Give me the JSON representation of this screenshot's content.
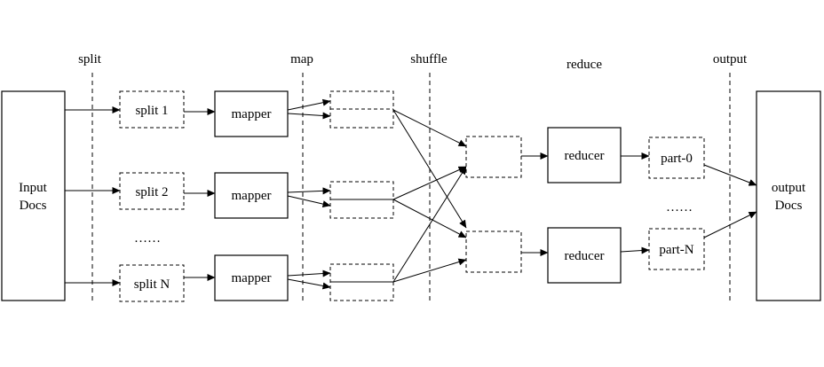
{
  "phases": {
    "split": "split",
    "map": "map",
    "shuffle": "shuffle",
    "reduce": "reduce",
    "output": "output"
  },
  "input": {
    "line1": "Input",
    "line2": "Docs"
  },
  "splits": [
    "split 1",
    "split 2",
    "split N"
  ],
  "splits_ellipsis": "……",
  "mapper_label": "mapper",
  "reducer_label": "reducer",
  "parts": [
    "part-0",
    "part-N"
  ],
  "parts_ellipsis": "……",
  "output": {
    "line1": "output",
    "line2": "Docs"
  }
}
